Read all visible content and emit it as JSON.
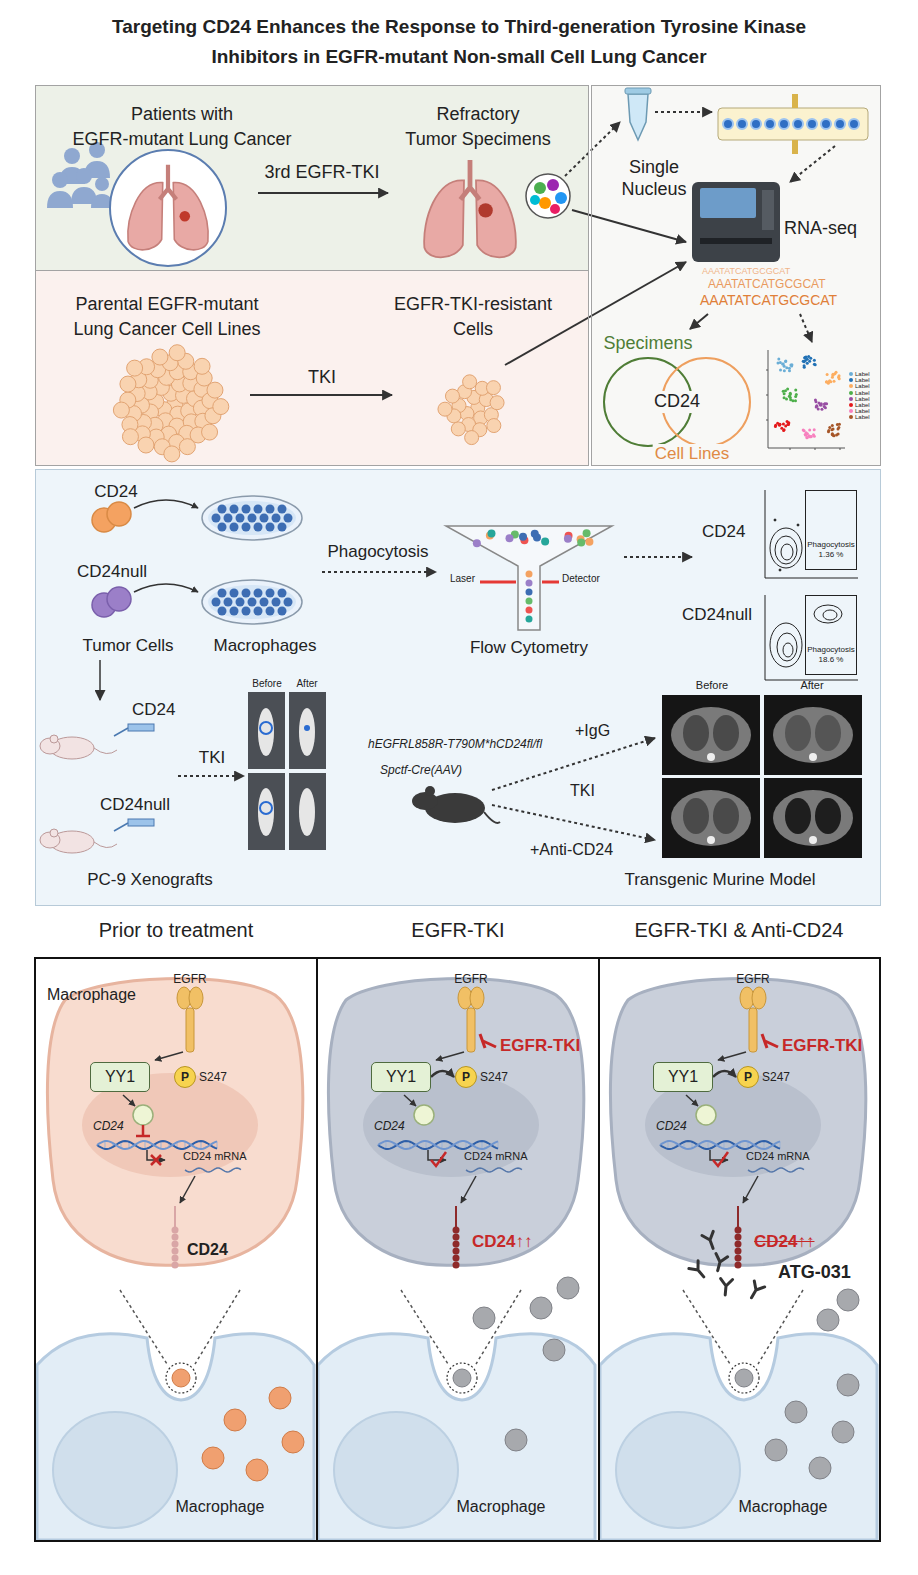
{
  "diagram": {
    "title": "Targeting CD24 Enhances the Response to Third-generation Tyrosine Kinase Inhibitors in EGFR-mutant Non-small Cell Lung Cancer",
    "nodes": [
      {
        "text": [
          "Patients with EGFR-mutant Lung Cancer",
          "3rd EGFR-TKI",
          "Refractory Tumor Specimens"
        ]
      },
      {
        "text": [
          "Parental EGFR-mutant Lung Cancer Cell Lines",
          "TKI",
          "EGFR-TKI-resistant Cells"
        ]
      },
      {
        "text": [
          "Single Nucleus",
          "RNA-seq"
        ]
      },
      {
        "text": [
          "Specimens"
        ],
        "in": 2
      },
      {
        "text": [
          "Cell Lines"
        ],
        "in": 2
      },
      {
        "text": [
          "CD24",
          "CD24null",
          "Tumor Cells",
          "Macrophages",
          "Phagocytosis",
          "Laser",
          "Detector",
          "Flow Cytometry",
          "CD24",
          "CD24null",
          "CD24",
          "CD24null",
          "TKI",
          "PC-9 Xenografts",
          "hEGFRL858R-T790M*hCD24fl/fl",
          "Spctf-Cre(AAV)",
          "+IgG",
          "TKI",
          "+Anti-CD24",
          "Transgenic Murine Model"
        ]
      },
      {
        "text": [
          "Phagocytosis 1.36 %"
        ],
        "in": 5
      },
      {
        "text": [
          "Phagocytosis 18.6 %"
        ],
        "in": 5
      },
      {
        "text": [
          "Before",
          "After"
        ],
        "in": 5
      },
      {
        "text": [
          "Before",
          "After"
        ],
        "in": 5
      },
      {
        "text": [
          "Prior to treatment",
          "Macrophage",
          "EGFR",
          "S247",
          "CD24",
          "CD24 mRNA",
          "CD24",
          "Macrophage"
        ]
      },
      {
        "text": [
          "YY1"
        ],
        "in": 10
      },
      {
        "text": [
          "P"
        ],
        "in": 10
      },
      {
        "text": [
          "EGFR-TKI",
          "EGFR",
          "EGFR-TKI",
          "S247",
          "CD24",
          "CD24 mRNA",
          "CD24↑↑",
          "Macrophage"
        ]
      },
      {
        "text": [
          "YY1"
        ],
        "in": 13
      },
      {
        "text": [
          "P"
        ],
        "in": 13
      },
      {
        "text": [
          "EGFR-TKI & Anti-CD24",
          "EGFR",
          "EGFR-TKI",
          "S247",
          "CD24",
          "CD24 mRNA",
          "CD24↑↑",
          "ATG-031",
          "Macrophage"
        ]
      },
      {
        "text": [
          "YY1"
        ],
        "in": 16
      },
      {
        "text": [
          "P"
        ],
        "in": 16
      }
    ],
    "edges": [
      {
        "from": 14,
        "to": 15,
        "arrow": "to"
      },
      {
        "from": 17,
        "to": 18,
        "arrow": "to"
      }
    ],
    "labels": [
      "CD24",
      "AAATATCATGCGCAT",
      "AAATATCATGCGCAT",
      "AAATATCATGCGCAT"
    ],
    "legend": [
      {
        "text": "Label",
        "color": "#6baed6"
      },
      {
        "text": "Label",
        "color": "#2171b5"
      },
      {
        "text": "Label",
        "color": "#fdae61"
      },
      {
        "text": "Label",
        "color": "#4daf4a"
      },
      {
        "text": "Label",
        "color": "#984ea3"
      },
      {
        "text": "Label",
        "color": "#e41a1c"
      },
      {
        "text": "Label",
        "color": "#f781bf"
      },
      {
        "text": "Label",
        "color": "#a65628"
      }
    ]
  }
}
